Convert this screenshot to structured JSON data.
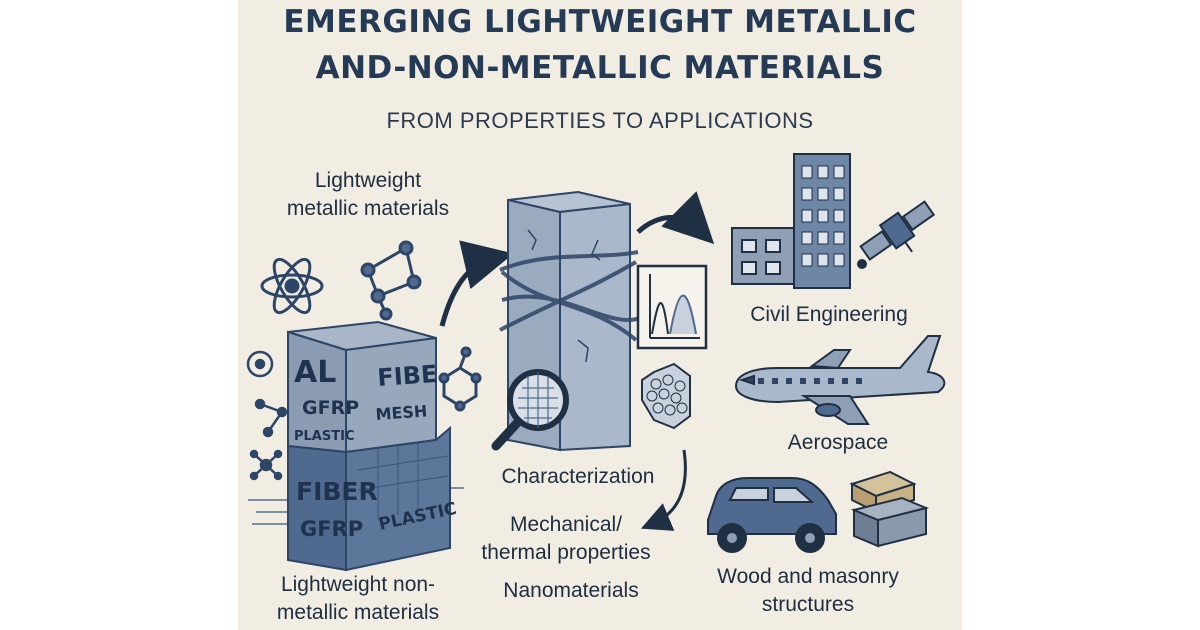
{
  "title_line1": "EMERGING LIGHTWEIGHT METALLIC",
  "title_line2": "AND-NON-METALLIC MATERIALS",
  "subtitle": "FROM PROPERTIES TO APPLICATIONS",
  "left": {
    "metallic_label_line1": "Lightweight",
    "metallic_label_line2": "metallic materials",
    "nonmetallic_label_line1": "Lightweight non-",
    "nonmetallic_label_line2": "metallic materials",
    "block_top_left": [
      "AL",
      "GFRP",
      "PLASTIC"
    ],
    "block_top_right": [
      "FIBE",
      "MESH"
    ],
    "block_bottom_left": [
      "FIBER",
      "GFRP"
    ],
    "block_bottom_right": "PLASTIC"
  },
  "center": {
    "characterization": "Characterization",
    "properties_line1": "Mechanical/",
    "properties_line2": "thermal properties",
    "nanomaterials": "Nanomaterials"
  },
  "right": {
    "civil": "Civil Engineering",
    "aerospace": "Aerospace",
    "wood_line1": "Wood and masonry",
    "wood_line2": "structures"
  },
  "colors": {
    "background": "#f2ede3",
    "ink": "#1f2f44",
    "block_light": "#8a9bb2",
    "block_dark": "#4f6a8e",
    "accent": "#2d4566"
  }
}
